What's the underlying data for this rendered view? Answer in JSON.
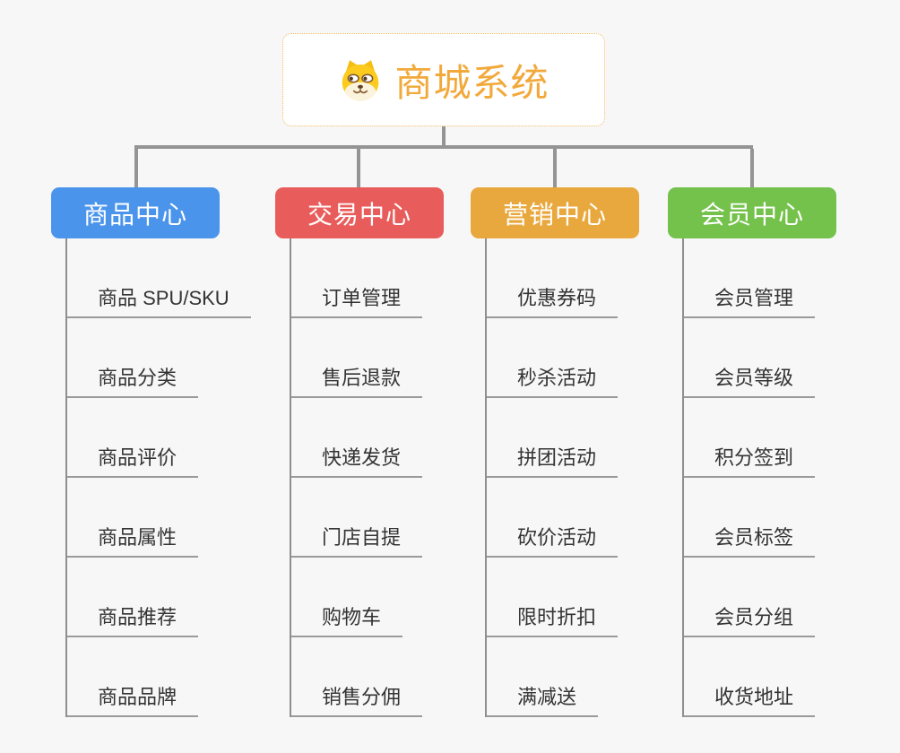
{
  "root": {
    "title": "商城系统",
    "icon": "dog-face-icon",
    "accent_color": "#f2a93b",
    "border_color": "#f2b95e"
  },
  "branches": [
    {
      "label": "商品中心",
      "color": "#4b94ec",
      "items": [
        "商品 SPU/SKU",
        "商品分类",
        "商品评价",
        "商品属性",
        "商品推荐",
        "商品品牌"
      ]
    },
    {
      "label": "交易中心",
      "color": "#e85d5b",
      "items": [
        "订单管理",
        "售后退款",
        "快递发货",
        "门店自提",
        "购物车",
        "销售分佣"
      ]
    },
    {
      "label": "营销中心",
      "color": "#e9a83e",
      "items": [
        "优惠券码",
        "秒杀活动",
        "拼团活动",
        "砍价活动",
        "限时折扣",
        "满减送"
      ]
    },
    {
      "label": "会员中心",
      "color": "#74c24b",
      "items": [
        "会员管理",
        "会员等级",
        "积分签到",
        "会员标签",
        "会员分组",
        "收货地址"
      ]
    }
  ],
  "colors": {
    "background": "#f7f7f7",
    "connector": "#949494",
    "leaf_trunk": "#8f8f8f",
    "leaf_underline": "#9a9a9a",
    "leaf_text": "#333333",
    "branch_text": "#ffffff"
  }
}
